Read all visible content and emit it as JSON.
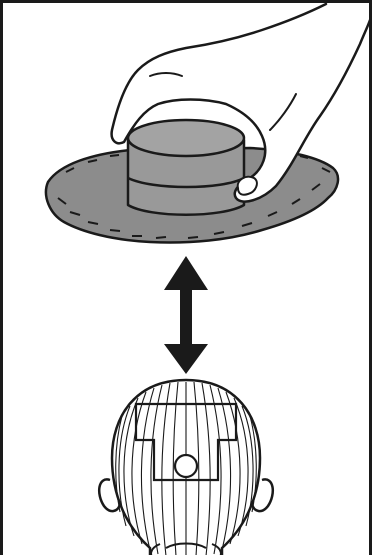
{
  "illustration": {
    "scene": [
      "hand-lifting-hat",
      "up-down-arrow",
      "head-back-view"
    ],
    "colors": {
      "hat_fill": "#8c8c8c",
      "hat_crown_fill": "#9a9a9a",
      "line": "#1a1a1a",
      "skin": "#ffffff",
      "background": "#ffffff"
    },
    "icons": [
      "hand-icon",
      "hat-icon",
      "double-arrow-icon",
      "head-icon"
    ]
  }
}
